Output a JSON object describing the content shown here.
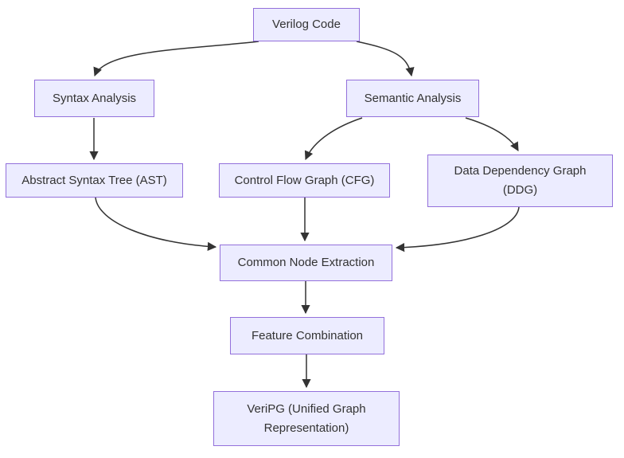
{
  "diagram": {
    "type": "flowchart",
    "direction": "top-down",
    "nodes": [
      {
        "id": "verilog-code",
        "label": "Verilog Code"
      },
      {
        "id": "syntax-analysis",
        "label": "Syntax Analysis"
      },
      {
        "id": "semantic-analysis",
        "label": "Semantic Analysis"
      },
      {
        "id": "ast",
        "label": "Abstract Syntax Tree (AST)"
      },
      {
        "id": "cfg",
        "label": "Control Flow Graph (CFG)"
      },
      {
        "id": "ddg",
        "label": "Data Dependency Graph (DDG)"
      },
      {
        "id": "common-node",
        "label": "Common Node Extraction"
      },
      {
        "id": "feature-comb",
        "label": "Feature Combination"
      },
      {
        "id": "veripg",
        "label": "VeriPG (Unified Graph Representation)"
      }
    ],
    "edges": [
      {
        "from": "verilog-code",
        "to": "syntax-analysis"
      },
      {
        "from": "verilog-code",
        "to": "semantic-analysis"
      },
      {
        "from": "syntax-analysis",
        "to": "ast"
      },
      {
        "from": "semantic-analysis",
        "to": "cfg"
      },
      {
        "from": "semantic-analysis",
        "to": "ddg"
      },
      {
        "from": "ast",
        "to": "common-node"
      },
      {
        "from": "cfg",
        "to": "common-node"
      },
      {
        "from": "ddg",
        "to": "common-node"
      },
      {
        "from": "common-node",
        "to": "feature-comb"
      },
      {
        "from": "feature-comb",
        "to": "veripg"
      }
    ],
    "colors": {
      "node_fill": "#ECECFF",
      "node_border": "#9370DB",
      "edge": "#333333",
      "text": "#333333",
      "background": "#FFFFFF"
    }
  }
}
